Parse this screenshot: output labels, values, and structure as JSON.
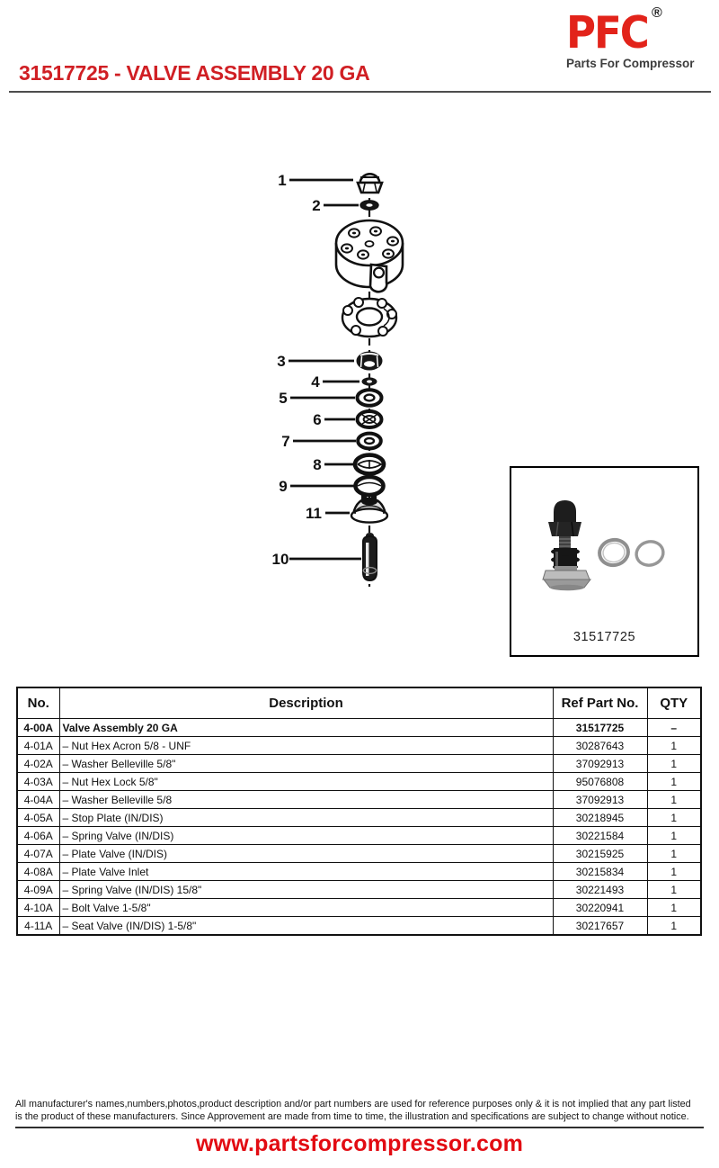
{
  "header": {
    "title": "31517725 - VALVE ASSEMBLY 20 GA",
    "logo": {
      "text": "PFC",
      "registered": "®",
      "tagline": "Parts For Compressor",
      "color": "#e2231a"
    }
  },
  "diagram": {
    "callouts": [
      "1",
      "2",
      "3",
      "4",
      "5",
      "6",
      "7",
      "8",
      "9",
      "11",
      "10"
    ],
    "inset_label": "31517725"
  },
  "table": {
    "columns": [
      "No.",
      "Description",
      "Ref Part No.",
      "QTY"
    ],
    "rows": [
      {
        "no": "4-00A",
        "description": "Valve Assembly 20 GA",
        "ref": "31517725",
        "qty": "–",
        "bold": true
      },
      {
        "no": "4-01A",
        "description": "– Nut Hex Acron 5/8 - UNF",
        "ref": "30287643",
        "qty": "1",
        "bold": false
      },
      {
        "no": "4-02A",
        "description": "– Washer Belleville 5/8\"",
        "ref": "37092913",
        "qty": "1",
        "bold": false
      },
      {
        "no": "4-03A",
        "description": "– Nut Hex Lock 5/8\"",
        "ref": "95076808",
        "qty": "1",
        "bold": false
      },
      {
        "no": "4-04A",
        "description": "– Washer Belleville 5/8",
        "ref": "37092913",
        "qty": "1",
        "bold": false
      },
      {
        "no": "4-05A",
        "description": "– Stop Plate (IN/DIS)",
        "ref": "30218945",
        "qty": "1",
        "bold": false
      },
      {
        "no": "4-06A",
        "description": "– Spring Valve (IN/DIS)",
        "ref": "30221584",
        "qty": "1",
        "bold": false
      },
      {
        "no": "4-07A",
        "description": "– Plate Valve (IN/DIS)",
        "ref": "30215925",
        "qty": "1",
        "bold": false
      },
      {
        "no": "4-08A",
        "description": "– Plate Valve Inlet",
        "ref": "30215834",
        "qty": "1",
        "bold": false
      },
      {
        "no": "4-09A",
        "description": "– Spring Valve (IN/DIS) 15/8\"",
        "ref": "30221493",
        "qty": "1",
        "bold": false
      },
      {
        "no": "4-10A",
        "description": "– Bolt Valve 1-5/8\"",
        "ref": "30220941",
        "qty": "1",
        "bold": false
      },
      {
        "no": "4-11A",
        "description": "– Seat Valve (IN/DIS) 1-5/8\"",
        "ref": "30217657",
        "qty": "1",
        "bold": false
      }
    ]
  },
  "footer": {
    "disclaimer_line1": "All manufacturer's names,numbers,photos,product description and/or part numbers are used for reference purposes only & it is not implied that any part listed",
    "disclaimer_line2": "is the product of these manufacturers.  Since Approvement are made from time to time,  the illustration and specifications are subject to change without notice.",
    "website": "www.partsforcompressor.com"
  },
  "colors": {
    "title_red": "#d01f24",
    "logo_red": "#e2231a",
    "website_red": "#e20b12",
    "line_gray": "#4d4d4d"
  }
}
